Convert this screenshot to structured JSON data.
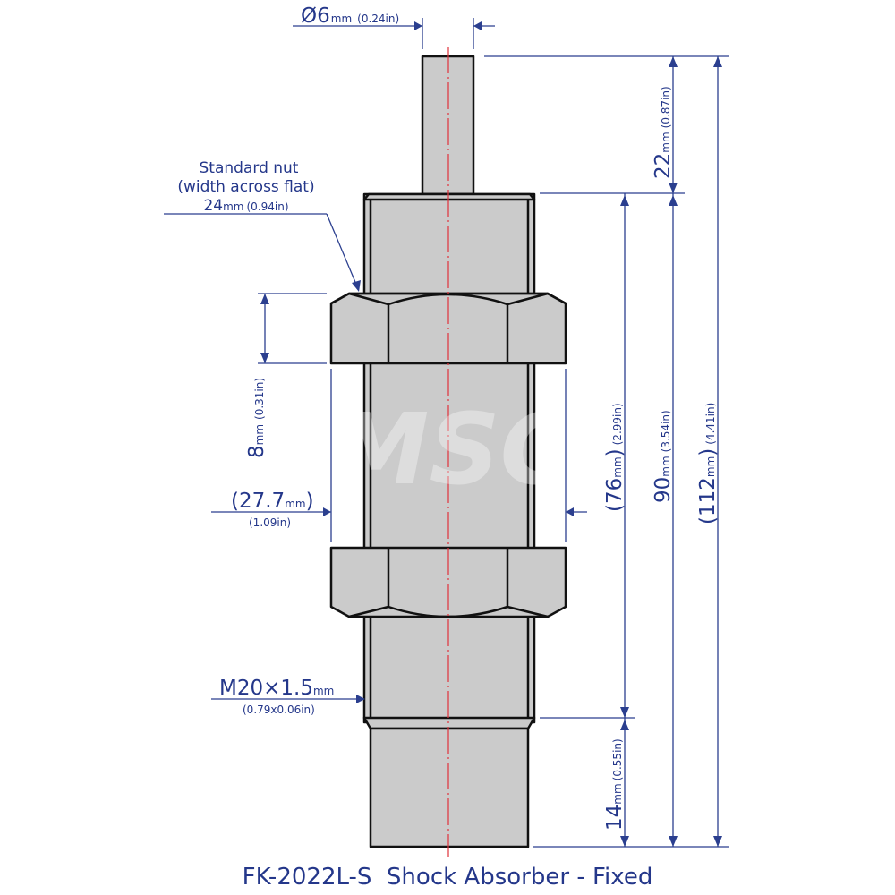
{
  "title": "FK-2022L-S  Shock Absorber - Fixed",
  "watermark": "MSC",
  "colors": {
    "dimension": "#2b3f8f",
    "label": "#24378a",
    "part_fill": "#cbcbcb",
    "part_outline": "#111111",
    "centerline": "#e0313a"
  },
  "dimensions": {
    "rod_diameter": {
      "value": "Ø6",
      "unit": "mm",
      "alt": "(0.24in)"
    },
    "nut_label": {
      "line1": "Standard nut",
      "line2": "(width across flat)",
      "value": "24",
      "unit": "mm",
      "alt": "(0.94in)"
    },
    "nut_thickness": {
      "value": "8",
      "unit": "mm",
      "alt": "(0.31in)"
    },
    "nut_corner_width": {
      "value": "(27.7",
      "unit": "mm",
      "close": ")",
      "alt": "(1.09in)"
    },
    "thread": {
      "value": "M20×1.5",
      "unit": "mm",
      "alt": "(0.79x0.06in)"
    },
    "rod_length": {
      "value": "22",
      "unit": "mm",
      "alt": "(0.87in)"
    },
    "thread_length": {
      "value": "(76",
      "unit": "mm",
      "close": ")",
      "alt": "(2.99in)"
    },
    "body_length": {
      "value": "90",
      "unit": "mm",
      "alt": "(3.54in)"
    },
    "total_length": {
      "value": "(112",
      "unit": "mm",
      "close": ")",
      "alt": "(4.41in)"
    },
    "stopper_length": {
      "value": "14",
      "unit": "mm",
      "alt": "(0.55in)"
    }
  }
}
